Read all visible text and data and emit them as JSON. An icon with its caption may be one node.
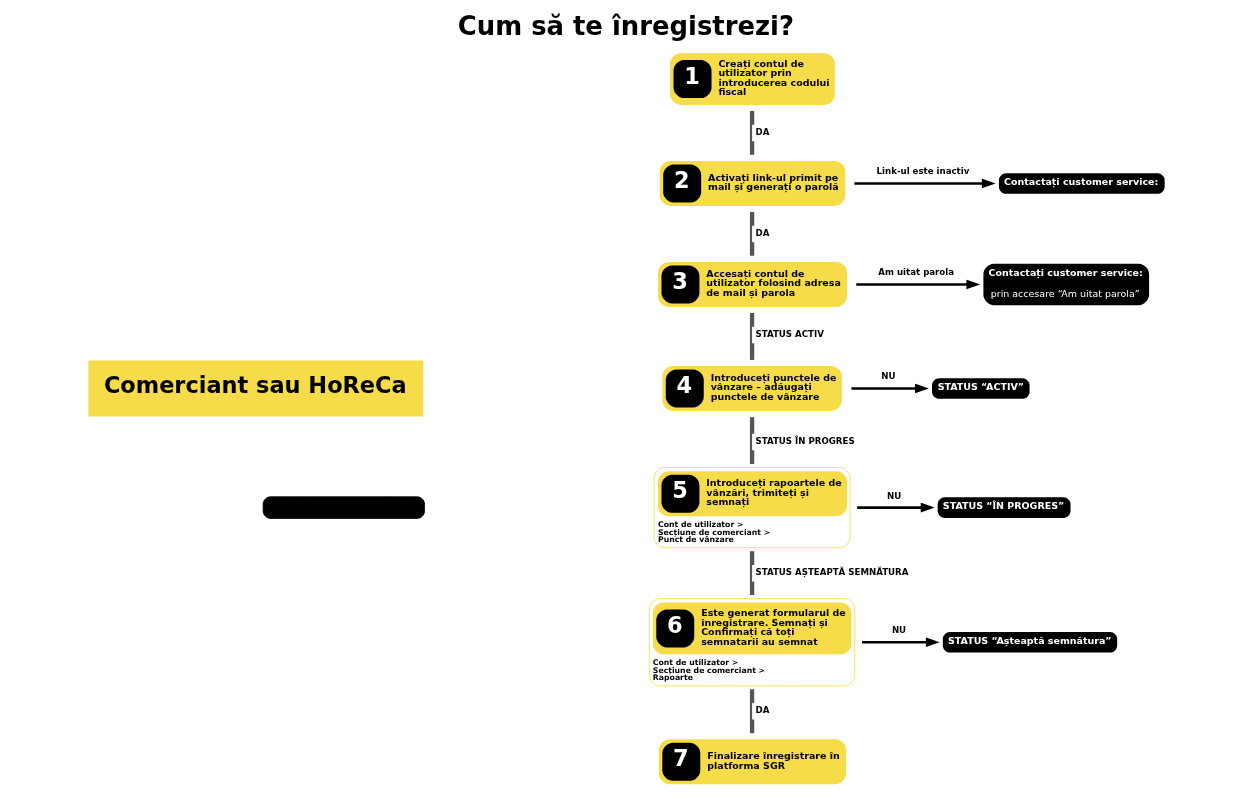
{
  "diagram": {
    "title": "Cum să te înregistrezi?",
    "nodes": [
      {
        "text": [
          "1",
          "Creați contul de utilizator prin introducerea codului fiscal"
        ]
      },
      {
        "text": [
          "2",
          "Activați link-ul primit pe mail și generați o parolă"
        ]
      },
      {
        "text": [
          "Contactați customer service:"
        ]
      },
      {
        "text": [
          "3",
          "Accesați contul de utilizator folosind adresa de mail și parola"
        ]
      },
      {
        "text": [
          "Contactați customer service:",
          "prin accesare “Am uitat parola”"
        ]
      },
      {
        "text": [
          "4",
          "Introduceți punctele de vânzare – adăugați punctele de vânzare"
        ]
      },
      {
        "text": [
          "STATUS “ACTIV”"
        ]
      },
      {
        "text": [
          "5",
          "Introduceți rapoartele de vânzări, trimiteți și semnați",
          "Cont de utilizator > Secțiune de comerciant > Punct de vânzare"
        ]
      },
      {
        "text": [
          "STATUS “ÎN PROGRES”"
        ]
      },
      {
        "text": [
          "6",
          "Este generat formularul de înregistrare. Semnați și Confirmați că toți semnatarii au semnat",
          "Cont de utilizator > Secțiune de comerciant > Rapoarte"
        ]
      },
      {
        "text": [
          "STATUS “Așteaptă semnătura”"
        ]
      },
      {
        "text": [
          "7",
          "Finalizare înregistrare în platforma SGR"
        ]
      },
      {
        "text": [
          "Comerciant sau HoReCa"
        ]
      },
      {
        "text": [],
        "shape": "box"
      }
    ],
    "edges": [
      {
        "from": 0,
        "to": 1,
        "arrow": "none",
        "label": "DA"
      },
      {
        "from": 1,
        "to": 2,
        "arrow": "to",
        "label": "Link-ul este inactiv",
        "color": "#000000"
      },
      {
        "from": 1,
        "to": 3,
        "arrow": "none",
        "label": "DA"
      },
      {
        "from": 3,
        "to": 4,
        "arrow": "to",
        "label": "Am uitat parola",
        "color": "#000000"
      },
      {
        "from": 3,
        "to": 5,
        "arrow": "none",
        "label": "STATUS ACTIV"
      },
      {
        "from": 5,
        "to": 6,
        "arrow": "to",
        "label": "NU",
        "color": "#000000"
      },
      {
        "from": 5,
        "to": 7,
        "arrow": "none",
        "label": "STATUS ÎN PROGRES"
      },
      {
        "from": 7,
        "to": 8,
        "arrow": "to",
        "label": "NU",
        "color": "#000000"
      },
      {
        "from": 7,
        "to": 9,
        "arrow": "none",
        "label": "STATUS AȘTEAPTĂ SEMNĂTURA"
      },
      {
        "from": 9,
        "to": 10,
        "arrow": "to",
        "label": "NU",
        "color": "#000000"
      },
      {
        "from": 9,
        "to": 11,
        "arrow": "none",
        "label": "DA"
      }
    ]
  }
}
